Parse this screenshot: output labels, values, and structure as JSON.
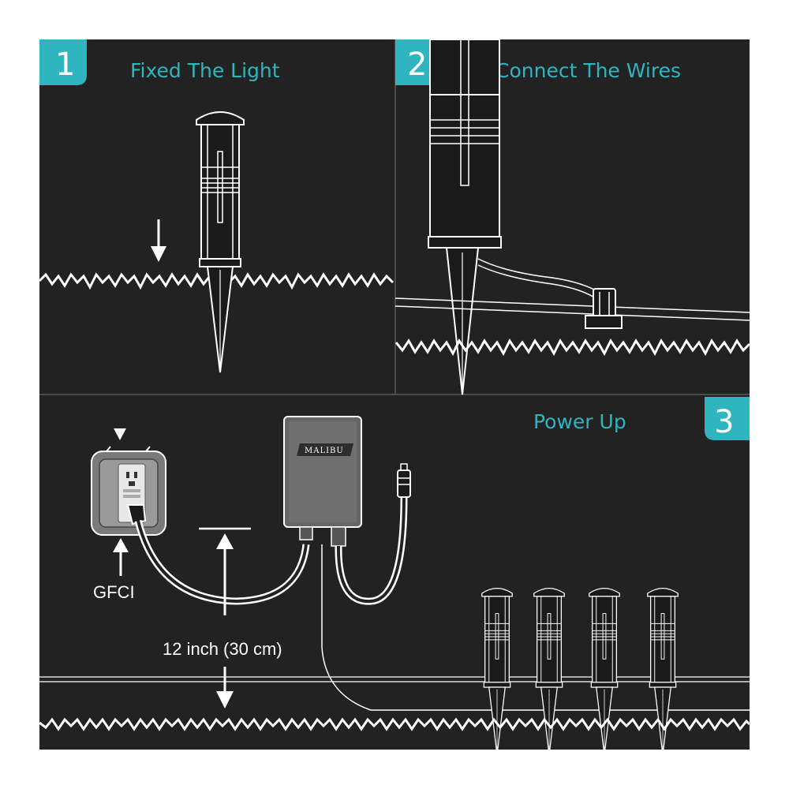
{
  "steps": [
    {
      "number": "1",
      "title": "Fixed The Light"
    },
    {
      "number": "2",
      "title": "Connect The Wires"
    },
    {
      "number": "3",
      "title": "Power Up"
    }
  ],
  "labels": {
    "gfci": "GFCI",
    "distance": "12 inch (30 cm)",
    "brand": "MALIBU"
  },
  "colors": {
    "background": "#222222",
    "accent": "#2fb5c0",
    "line": "#ffffff"
  },
  "icons": [
    "down-arrow-icon",
    "up-arrow-icon",
    "outlet-icon",
    "transformer-icon",
    "path-light-icon",
    "wire-connector-icon"
  ]
}
